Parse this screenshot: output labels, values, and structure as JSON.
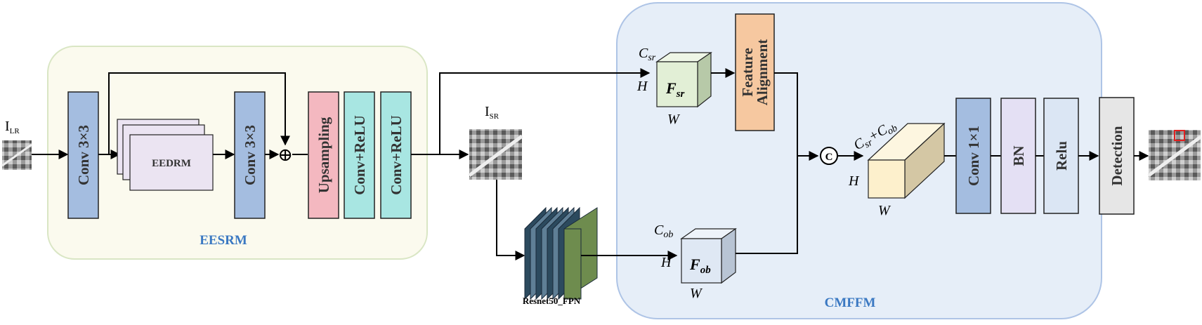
{
  "inputs": {
    "lr_label_main": "I",
    "lr_label_sub": "LR",
    "sr_label_main": "I",
    "sr_label_sub": "SR"
  },
  "eesrm": {
    "title": "EESRM",
    "conv_in": "Conv 3×3",
    "eedrm": "EEDRM",
    "conv_out": "Conv 3×3",
    "plus": "⊕",
    "upsampling": "Upsampling",
    "conv_relu_1": "Conv+ReLU",
    "conv_relu_2": "Conv+ReLU"
  },
  "backbone": {
    "label": "Resnet50_FPN"
  },
  "cmffm": {
    "title": "CMFFM",
    "fsr_main": "F",
    "fsr_sub": "sr",
    "fob_main": "F",
    "fob_sub": "ob",
    "c_sr": "C",
    "c_sr_sub": "sr",
    "c_ob": "C",
    "c_ob_sub": "ob",
    "h": "H",
    "w": "W",
    "feature_alignment_1": "Feature",
    "feature_alignment_2": "Alignment",
    "concat": "C",
    "concat_label": "C",
    "concat_label_sub1": "sr",
    "concat_plus": "+C",
    "concat_label_sub2": "ob",
    "conv1x1": "Conv 1×1",
    "bn": "BN",
    "relu": "Relu"
  },
  "detection": {
    "label": "Detection"
  },
  "colors": {
    "eesrm_bg": "#fbfaee",
    "eesrm_border": "#d9e6c4",
    "cmffm_bg": "#e6eef8",
    "cmffm_border": "#aec4e6",
    "conv_blue": "#a4bde0",
    "upsampling_pink": "#f4b8c0",
    "conv_relu_cyan": "#a8e6e2",
    "eedrm_lavender": "#ebe4f2",
    "feature_align_orange": "#f6c8a0",
    "fsr_green": "#e2efd6",
    "fob_blue": "#dfe8f4",
    "concat_cube": "#fdf0cc",
    "bn_lavender": "#e4e0f4",
    "relu_blue": "#dbe6f4",
    "detection_gray": "#e6e6e6",
    "title_blue": "#3a78c2",
    "fpn_green": "#6e8c4e",
    "fpn_dark": "#2c4a5e"
  }
}
